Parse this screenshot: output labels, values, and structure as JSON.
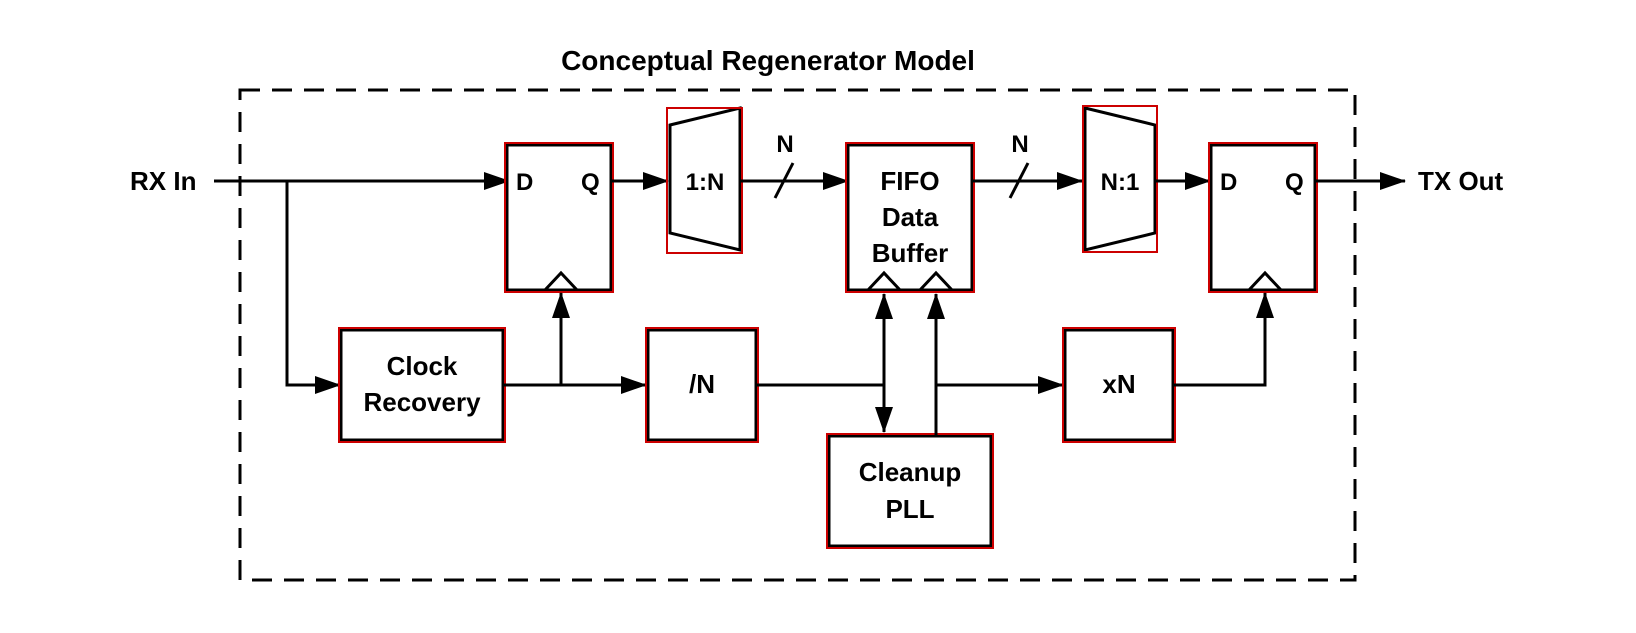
{
  "title": "Conceptual Regenerator Model",
  "colors": {
    "stroke": "#000000",
    "highlight": "#cc0000",
    "background": "#ffffff"
  },
  "io": {
    "input": "RX In",
    "output": "TX Out"
  },
  "flipflop_left": {
    "d": "D",
    "q": "Q"
  },
  "demux": {
    "label": "1:N"
  },
  "bus_width_1": "N",
  "fifo": {
    "line1": "FIFO",
    "line2": "Data",
    "line3": "Buffer"
  },
  "bus_width_2": "N",
  "mux": {
    "label": "N:1"
  },
  "flipflop_right": {
    "d": "D",
    "q": "Q"
  },
  "clock_recovery": {
    "line1": "Clock",
    "line2": "Recovery"
  },
  "divider": {
    "label": "/N"
  },
  "multiplier": {
    "label": "xN"
  },
  "cleanup_pll": {
    "line1": "Cleanup",
    "line2": "PLL"
  }
}
